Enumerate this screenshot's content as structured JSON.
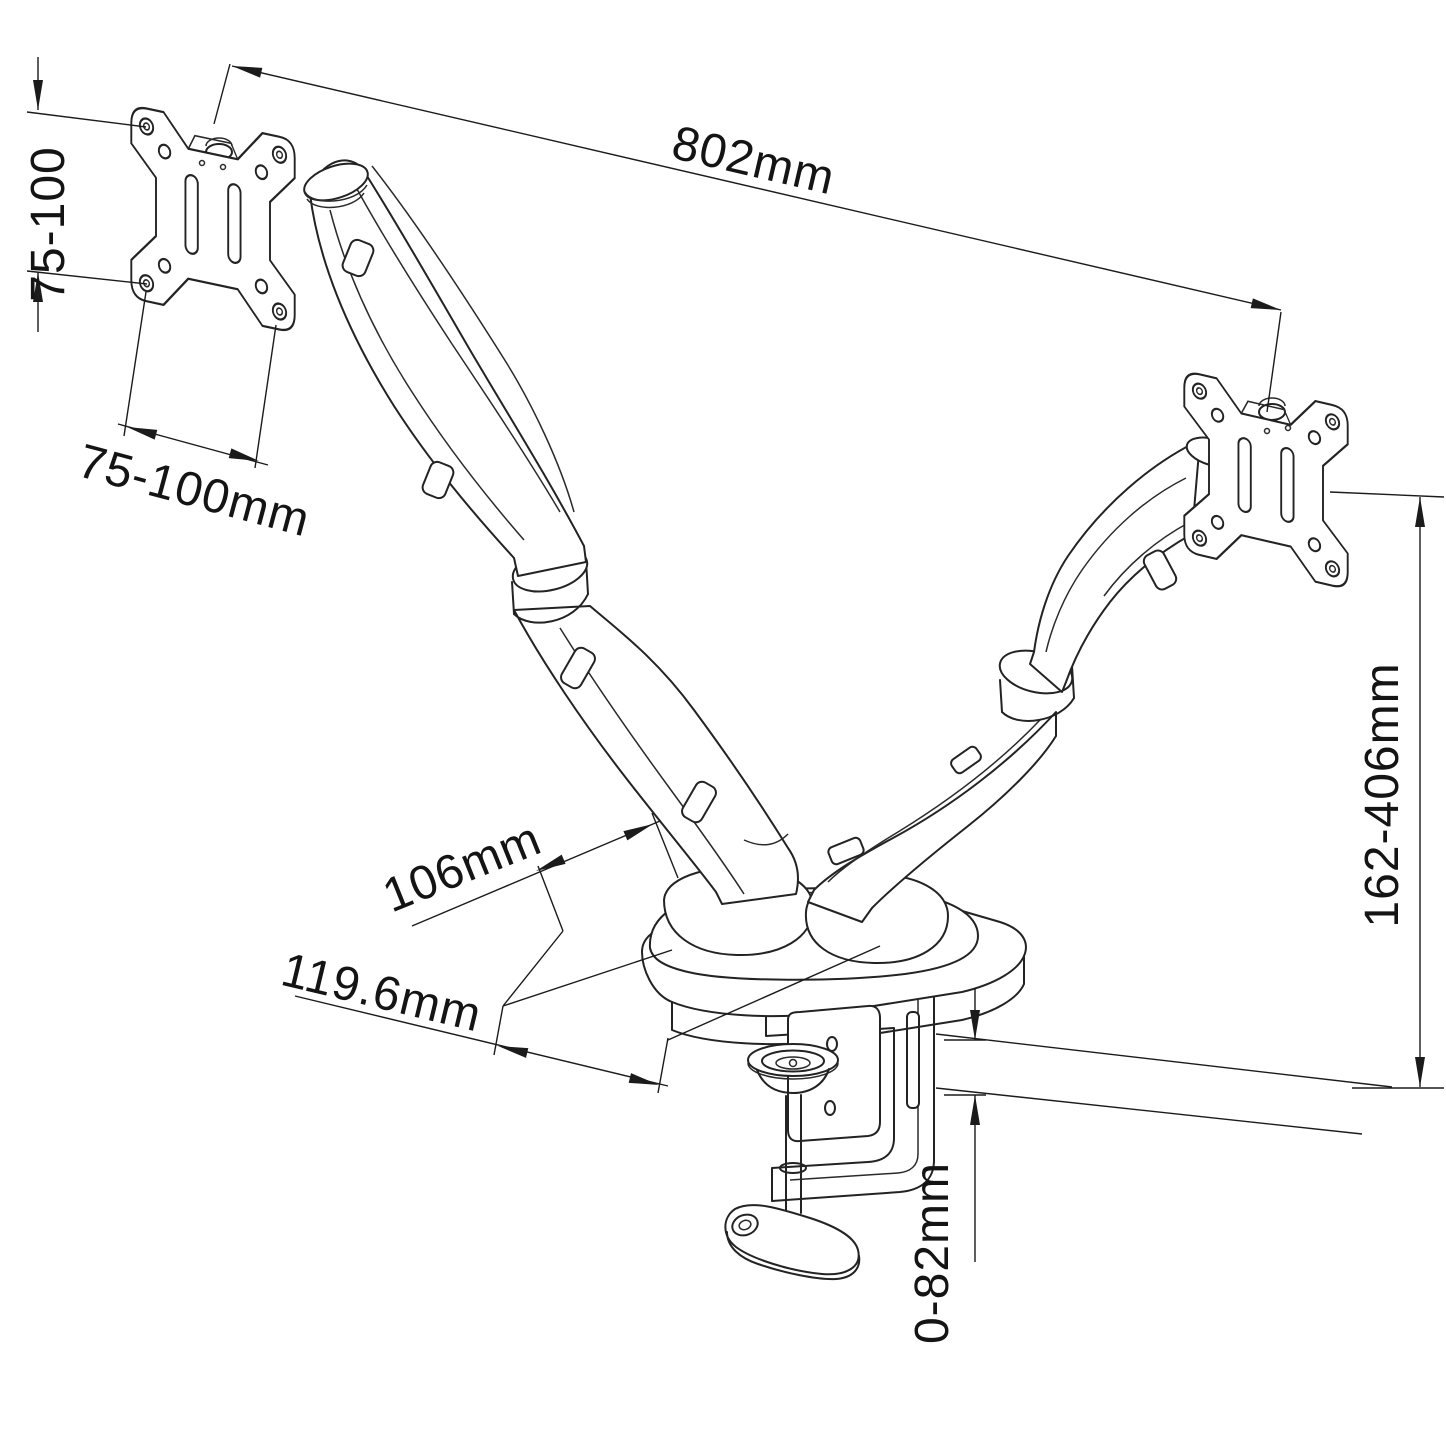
{
  "diagram": {
    "type": "technical-dimension-drawing",
    "subject": "dual-monitor gas-spring desk mount arm",
    "colors": {
      "line": "#232323",
      "background": "#ffffff"
    },
    "dimensions": {
      "arm_span": "802mm",
      "vesa_vertical": "75-100",
      "vesa_horizontal": "75-100mm",
      "pivot_offset": "106mm",
      "base_depth": "119.6mm",
      "height_range": "162-406mm",
      "clamp_range": "0-82mm"
    }
  }
}
